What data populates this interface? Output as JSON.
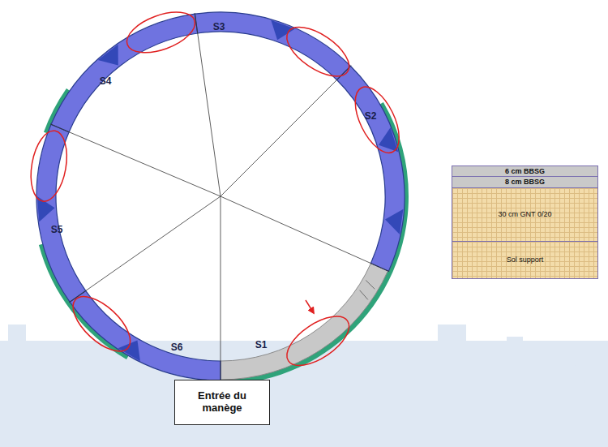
{
  "diagram": {
    "nodes": [
      {
        "text": [
          "6 cm BBSG"
        ]
      },
      {
        "text": [
          "8 cm BBSG"
        ]
      },
      {
        "text": [
          "30 cm GNT 0/20"
        ]
      },
      {
        "text": [
          "Sol support"
        ]
      },
      {
        "text": [
          "Entrée du manège"
        ]
      }
    ],
    "labels": [
      "S3",
      "S2",
      "S4",
      "S5",
      "S6",
      "S1"
    ]
  }
}
